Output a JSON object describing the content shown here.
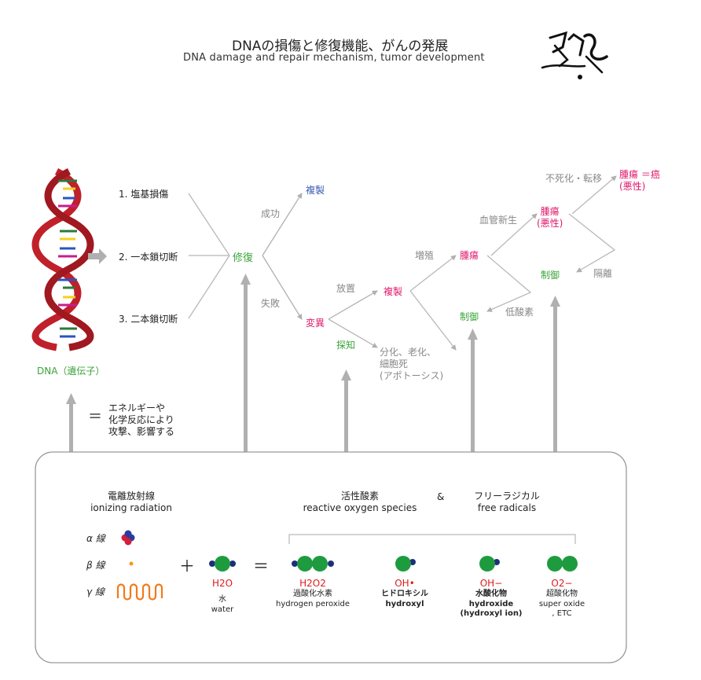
{
  "header": {
    "title_ja": "DNAの損傷と修復機能、がんの発展",
    "title_en": "DNA damage and repair mechanism, tumor development",
    "signature_text": "2012"
  },
  "dna": {
    "label": "DNA（遺伝子）"
  },
  "damage_types": [
    "1. 塩基損傷",
    "2. 一本鎖切断",
    "3. 二本鎖切断"
  ],
  "flow": {
    "repair": "修復",
    "success": "成功",
    "replicate_blue": "複製",
    "failure": "失敗",
    "mutation": "変異",
    "detect": "探知",
    "left_alone": "放置",
    "replicate_pink": "複製",
    "fates_line1": "分化、老化、",
    "fates_line2": "細胞死",
    "fates_line3": "(アポトーシス)",
    "proliferation": "増殖",
    "tumor1": "腫瘍",
    "control1": "制御",
    "hypoxia": "低酸素",
    "angiogenesis": "血管新生",
    "tumor2_line1": "腫瘍",
    "tumor2_line2": "(悪性)",
    "control2": "制御",
    "isolation": "隔離",
    "immortal": "不死化・転移",
    "tumor3_line1": "腫瘍 ＝癌",
    "tumor3_line2": "(悪性)"
  },
  "attack_note": {
    "equals": "＝",
    "line1": "エネルギーや",
    "line2": "化学反応により",
    "line3": "攻撃、影響する"
  },
  "bottom_panel": {
    "ionizing_ja": "電離放射線",
    "ionizing_en": "ionizing radiation",
    "alpha": "α 線",
    "beta": "β 線",
    "gamma": "γ 線",
    "plus": "＋",
    "equals": "＝",
    "water_formula": "H2O",
    "water_ja": "水",
    "water_en": "water",
    "ros_ja": "活性酸素",
    "ros_en": "reactive oxygen species",
    "amp": "&",
    "fr_ja": "フリーラジカル",
    "fr_en": "free radicals",
    "species": [
      {
        "formula": "H2O2",
        "ja": "過酸化水素",
        "en": "hydrogen peroxide"
      },
      {
        "formula": "OH•",
        "ja": "ヒドロキシル",
        "en": "hydroxyl"
      },
      {
        "formula": "OH−",
        "ja": "水酸化物",
        "en": "hydroxide",
        "en2": "(hydroxyl ion)"
      },
      {
        "formula": "O2−",
        "ja": "超酸化物",
        "en": "super oxide",
        "en2": ", ETC"
      }
    ]
  },
  "colors": {
    "arrow_gray": "#b0b0b0",
    "line_gray": "#b8b8b8",
    "blue": "#3b5bb5",
    "pink": "#e0186c",
    "green": "#3aa33a",
    "red": "#e01b1b",
    "molecule_green": "#1f9b3f",
    "molecule_navy": "#1d2f7a",
    "alpha_red": "#d21f3c",
    "alpha_blue": "#2a3c9c",
    "beta_orange": "#f39a1f",
    "gamma_orange": "#f07a1a",
    "dna_red": "#c0202a"
  }
}
